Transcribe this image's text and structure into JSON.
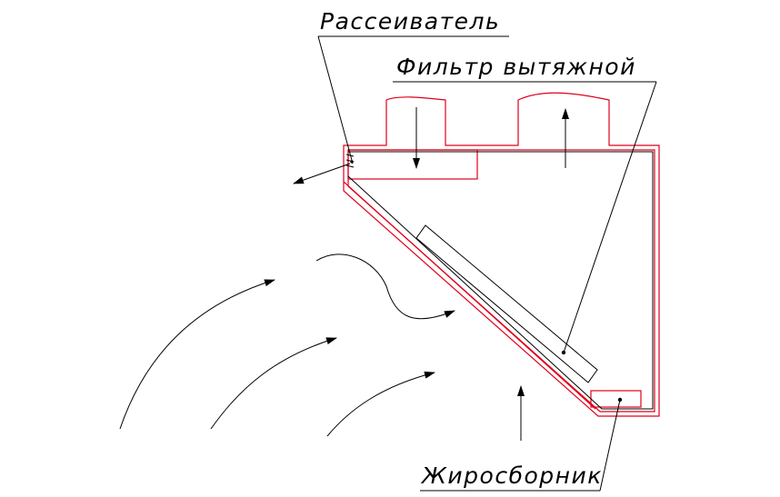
{
  "labels": {
    "diffuser": "Рассеиватель",
    "exhaust_filter": "Фильтр вытяжной",
    "grease_collector": "Жиросборник"
  },
  "colors": {
    "housing": "#e0001a",
    "lines": "#000000",
    "background": "#ffffff"
  }
}
